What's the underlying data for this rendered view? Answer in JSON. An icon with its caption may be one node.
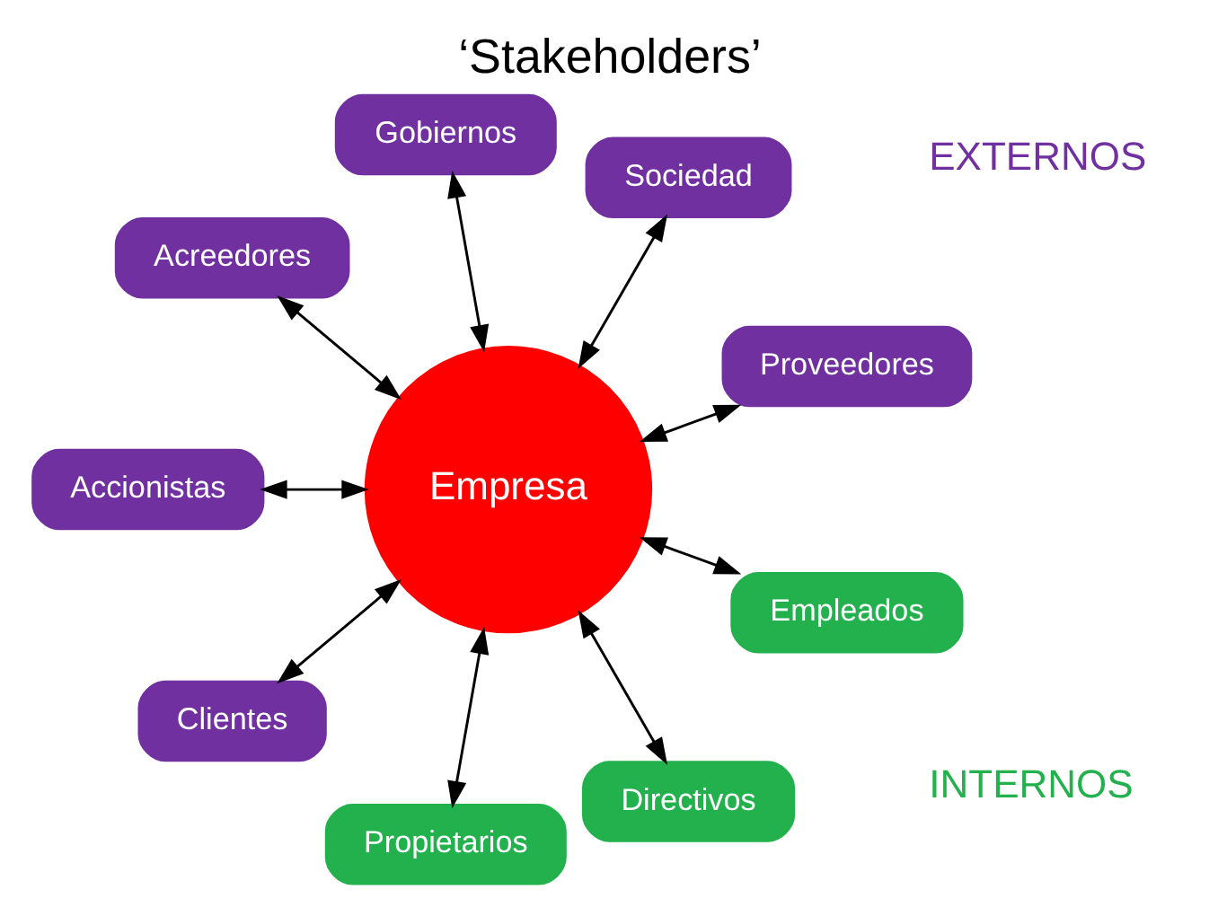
{
  "diagram": {
    "title": "‘Stakeholders’",
    "nodes": [
      {
        "text": [
          "Empresa"
        ]
      },
      {
        "text": [
          "Proveedores"
        ]
      },
      {
        "text": [
          "Sociedad"
        ]
      },
      {
        "text": [
          "Gobiernos"
        ]
      },
      {
        "text": [
          "Acreedores"
        ]
      },
      {
        "text": [
          "Accionistas"
        ]
      },
      {
        "text": [
          "Clientes"
        ]
      },
      {
        "text": [
          "Propietarios"
        ]
      },
      {
        "text": [
          "Directivos"
        ]
      },
      {
        "text": [
          "Empleados"
        ]
      }
    ],
    "edges": [
      {
        "from": 0,
        "to": 1,
        "arrow": "both"
      },
      {
        "from": 0,
        "to": 2,
        "arrow": "both"
      },
      {
        "from": 0,
        "to": 3,
        "arrow": "both"
      },
      {
        "from": 0,
        "to": 4,
        "arrow": "both"
      },
      {
        "from": 0,
        "to": 5,
        "arrow": "both"
      },
      {
        "from": 0,
        "to": 6,
        "arrow": "both"
      },
      {
        "from": 0,
        "to": 7,
        "arrow": "both"
      },
      {
        "from": 0,
        "to": 8,
        "arrow": "both"
      },
      {
        "from": 0,
        "to": 9,
        "arrow": "both"
      }
    ],
    "labels": [
      "INTERNOS",
      "EXTERNOS"
    ]
  }
}
